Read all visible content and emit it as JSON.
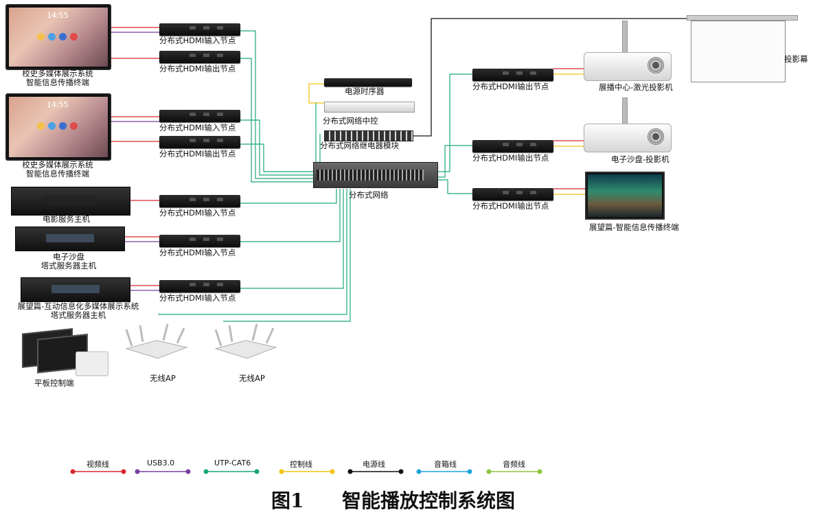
{
  "devices": {
    "campus_terminal_1_line1": "校史多媒体展示系统",
    "campus_terminal_1_line2": "智能信息传播终端",
    "campus_terminal_2_line1": "校史多媒体展示系统",
    "campus_terminal_2_line2": "智能信息传播终端",
    "screen_time_1": "14:55",
    "screen_time_2": "14:55",
    "movie_server": "电影服务主机",
    "sandtable_server_line1": "电子沙盘",
    "sandtable_server_line2": "塔式服务器主机",
    "interactive_server_line1": "展望篇-互动信息化多媒体展示系统",
    "interactive_server_line2": "塔式服务器主机",
    "tablet": "平板控制端",
    "ap1": "无线AP",
    "ap2": "无线AP",
    "sequencer": "电源时序器",
    "network_control": "分布式网络中控",
    "relay_module": "分布式网络继电器模块",
    "switch": "分布式网络",
    "screen": "投影幕",
    "projector_laser": "展播中心-激光投影机",
    "projector_sandtable": "电子沙盘-投影机",
    "tv_display": "展望篇-智能信息传播终端"
  },
  "nodes": {
    "in1": "分布式HDMI输入节点",
    "out1": "分布式HDMI输出节点",
    "in2": "分布式HDMI输入节点",
    "out2": "分布式HDMI输出节点",
    "in3": "分布式HDMI输入节点",
    "in4": "分布式HDMI输入节点",
    "in5": "分布式HDMI输入节点",
    "out_r1": "分布式HDMI输出节点",
    "out_r2": "分布式HDMI输出节点",
    "out_r3": "分布式HDMI输出节点"
  },
  "legend": [
    {
      "label": "视频线",
      "color": "#d9262c"
    },
    {
      "label": "USB3.0",
      "color": "#7b3fa0"
    },
    {
      "label": "UTP-CAT6",
      "color": "#1aa67a"
    },
    {
      "label": "控制线",
      "color": "#f1c40f"
    },
    {
      "label": "电源线",
      "color": "#111111"
    },
    {
      "label": "音箱线",
      "color": "#1fa3d9"
    },
    {
      "label": "音频线",
      "color": "#8cc63f"
    }
  ],
  "caption": {
    "figure": "图1",
    "title": "智能播放控制系统图"
  }
}
